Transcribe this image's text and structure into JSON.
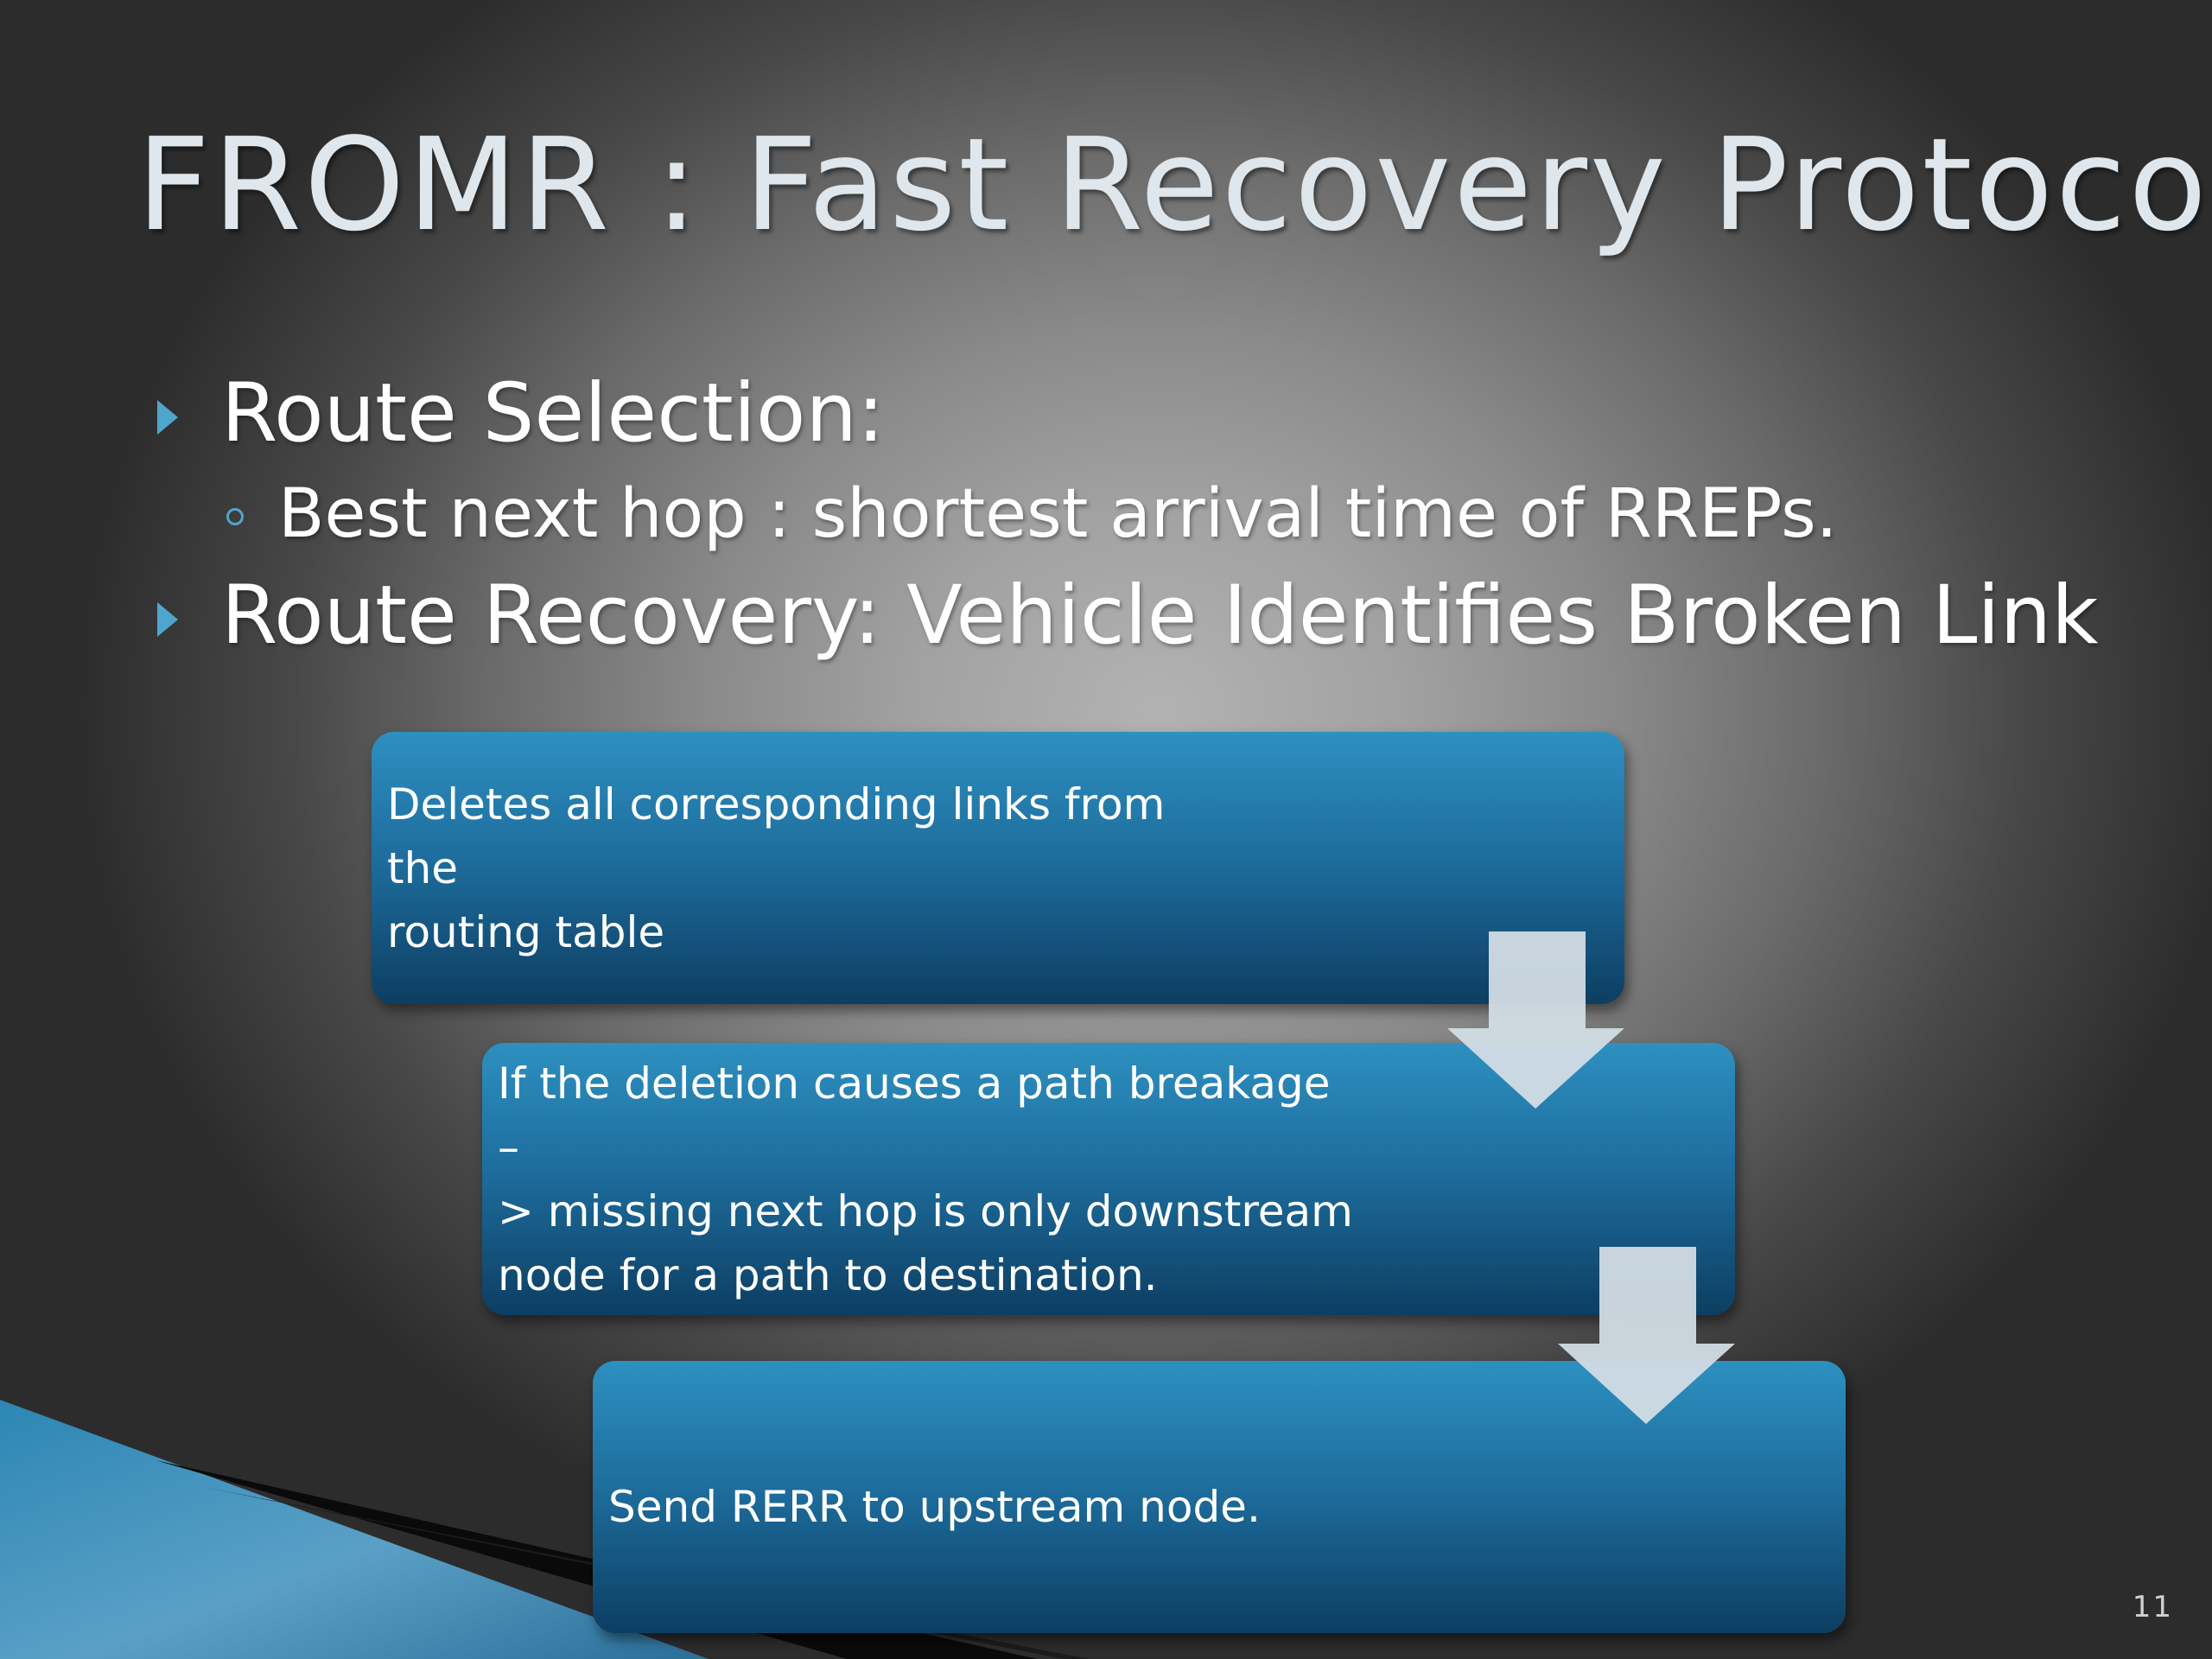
{
  "slide": {
    "title": "FROMR : Fast Recovery Protocol",
    "bullets": [
      {
        "text": "Route Selection:",
        "icon": "triangle-bullet-icon",
        "sub": [
          {
            "text": "Best next hop : shortest arrival time of RREPs.",
            "icon": "ring-bullet-icon"
          }
        ]
      },
      {
        "text": "Route Recovery: Vehicle Identifies Broken Link",
        "icon": "triangle-bullet-icon"
      }
    ],
    "process_steps": [
      {
        "lines": [
          "Deletes all corresponding links from the",
          "routing table"
        ]
      },
      {
        "lines": [
          "If  the deletion causes a path breakage –",
          "> missing next hop is only downstream",
          "node for a path to destination."
        ]
      },
      {
        "lines": [
          "Send RERR to upstream node."
        ]
      }
    ],
    "slide_number": "11",
    "colors": {
      "accent": "#4fa6cc",
      "box_top": "#2d90c0",
      "box_bottom": "#0d3e62",
      "arrow": "#d2dce4",
      "title": "#dfe7ec"
    }
  }
}
